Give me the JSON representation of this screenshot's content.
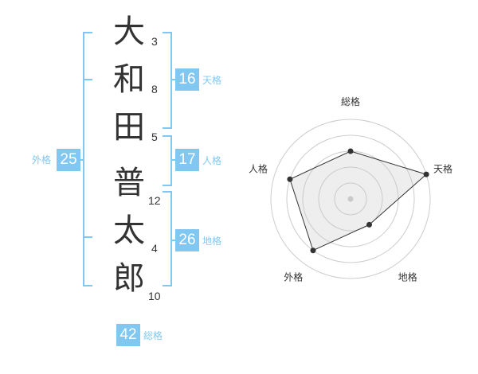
{
  "name_chars": [
    {
      "char": "大",
      "strokes": "3"
    },
    {
      "char": "和",
      "strokes": "8"
    },
    {
      "char": "田",
      "strokes": "5"
    },
    {
      "char": "普",
      "strokes": "12"
    },
    {
      "char": "太",
      "strokes": "4"
    },
    {
      "char": "郎",
      "strokes": "10"
    }
  ],
  "fortunes": {
    "tenkaku": {
      "label": "天格",
      "value": "16"
    },
    "jinkaku": {
      "label": "人格",
      "value": "17"
    },
    "chikaku": {
      "label": "地格",
      "value": "26"
    },
    "gaikaku": {
      "label": "外格",
      "value": "25"
    },
    "soukaku": {
      "label": "総格",
      "value": "42"
    }
  },
  "colors": {
    "accent": "#80c8f2",
    "text": "#333333"
  },
  "chart_data": {
    "type": "radar",
    "axes": [
      "総格",
      "天格",
      "地格",
      "外格",
      "人格"
    ],
    "values": [
      3,
      5,
      2,
      4,
      4
    ],
    "max": 5,
    "rings": 5
  }
}
